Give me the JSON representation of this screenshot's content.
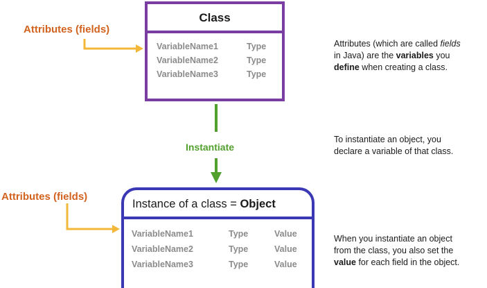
{
  "class_box": {
    "title": "Class",
    "rows": [
      {
        "name": "VariableName1",
        "type": "Type"
      },
      {
        "name": "VariableName2",
        "type": "Type"
      },
      {
        "name": "VariableName3",
        "type": "Type"
      }
    ]
  },
  "object_box": {
    "title_prefix": "Instance of a class = ",
    "title_emphasis": "Object",
    "rows": [
      {
        "name": "VariableName1",
        "type": "Type",
        "value": "Value"
      },
      {
        "name": "VariableName2",
        "type": "Type",
        "value": "Value"
      },
      {
        "name": "VariableName3",
        "type": "Type",
        "value": "Value"
      }
    ]
  },
  "labels": {
    "attributes_top": "Attributes (fields)",
    "attributes_bottom": "Attributes (fields)",
    "instantiate": "Instantiate"
  },
  "descriptions": {
    "attributes": {
      "line1_prefix": "Attributes (which are called ",
      "line1_italic": "fields",
      "line2_prefix": "in Java) are the ",
      "line2_bold": "variables",
      "line2_suffix": " you",
      "line3_bold": "define",
      "line3_suffix": " when creating a class."
    },
    "instantiate": {
      "line1": "To instantiate an object, you",
      "line2": "declare a variable of that class."
    },
    "object": {
      "line1": "When you instantiate an object",
      "line2": "from the class, you also set the",
      "line3_bold": "value",
      "line3_suffix": " for each field in the object."
    }
  },
  "colors": {
    "class_border": "#7a3ea3",
    "object_border": "#3b38b5",
    "attributes_label": "#d2621f",
    "attribute_arrow": "#f3b73a",
    "instantiate": "#52a12f",
    "field_text": "#8b8b8b"
  }
}
